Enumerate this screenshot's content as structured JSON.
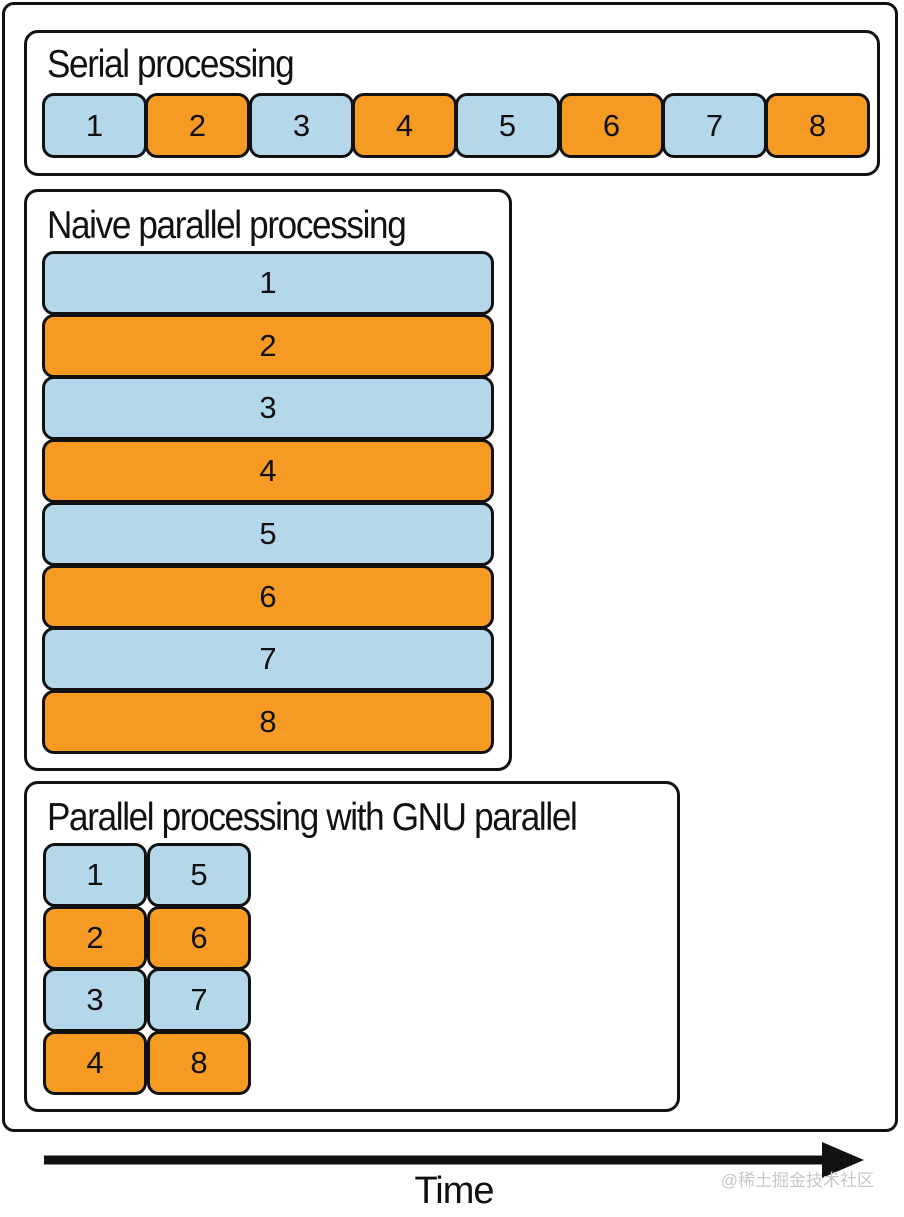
{
  "colors": {
    "light_blue": "#b4d7ea",
    "orange": "#f59a23",
    "border": "#111111"
  },
  "serial": {
    "title": "Serial processing",
    "tasks": [
      "1",
      "2",
      "3",
      "4",
      "5",
      "6",
      "7",
      "8"
    ]
  },
  "naive": {
    "title": "Naive parallel processing",
    "tasks": [
      "1",
      "2",
      "3",
      "4",
      "5",
      "6",
      "7",
      "8"
    ]
  },
  "gnu": {
    "title": "Parallel processing with GNU parallel",
    "tasks": [
      [
        "1",
        "5"
      ],
      [
        "2",
        "6"
      ],
      [
        "3",
        "7"
      ],
      [
        "4",
        "8"
      ]
    ]
  },
  "axis": {
    "label": "Time",
    "arrow_icon": "right-arrow-icon"
  },
  "watermark": "@稀土掘金技术社区"
}
